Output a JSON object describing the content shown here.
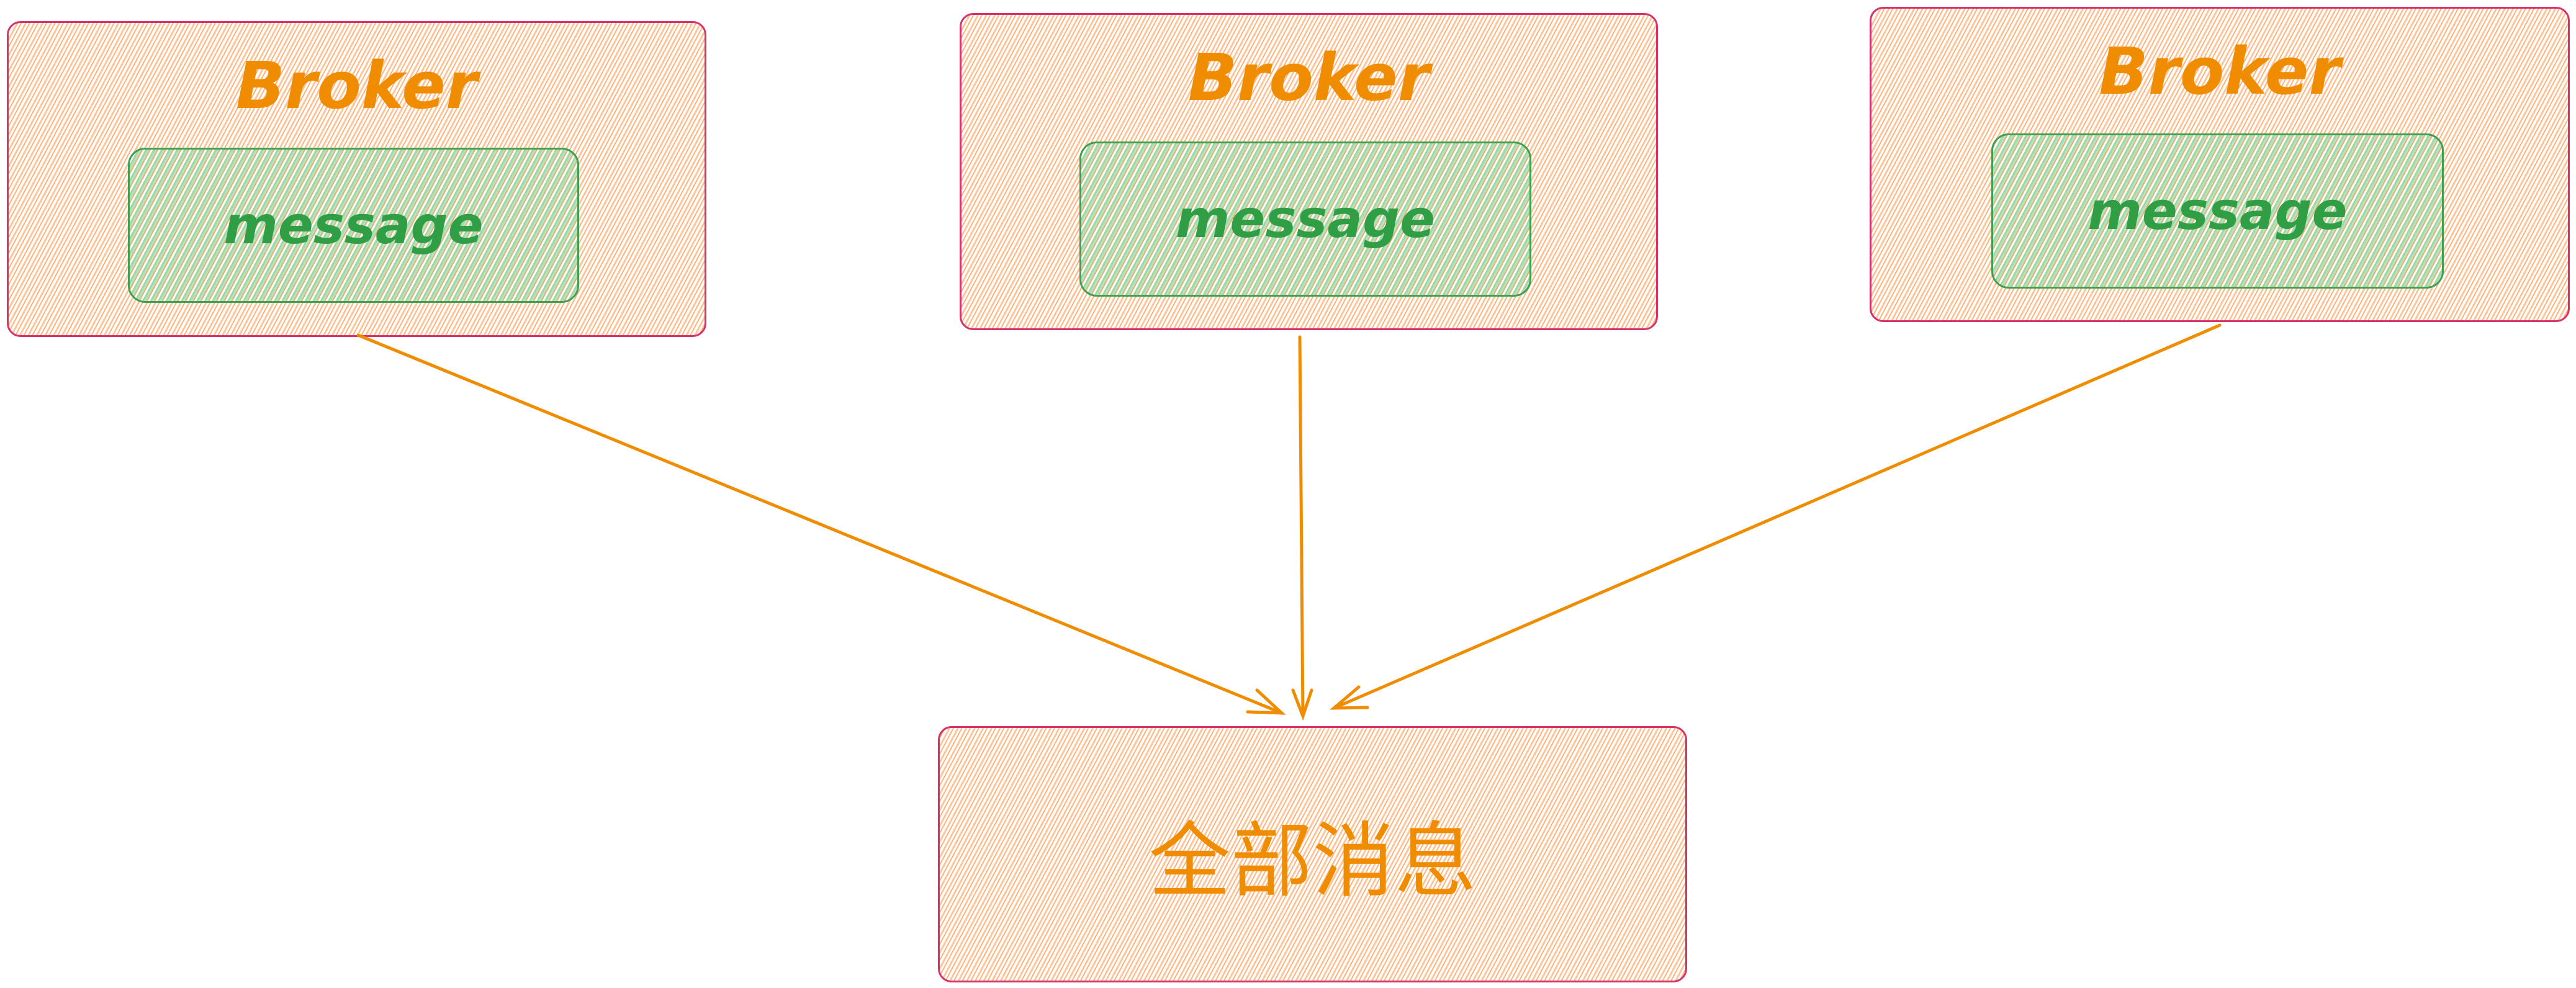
{
  "brokers": [
    {
      "title": "Broker",
      "message": "message"
    },
    {
      "title": "Broker",
      "message": "message"
    },
    {
      "title": "Broker",
      "message": "message"
    }
  ],
  "target": {
    "label": "全部消息"
  },
  "colors": {
    "broker_text": "#f08c00",
    "message_text": "#2f9e44",
    "border": "#d6336c",
    "arrow": "#f08c00"
  }
}
